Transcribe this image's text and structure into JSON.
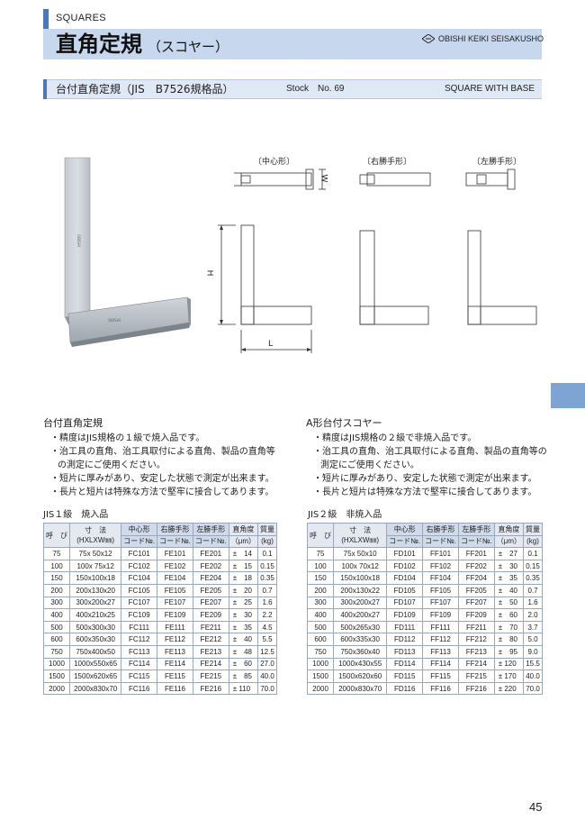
{
  "header": {
    "category": "SQUARES",
    "title": "直角定規",
    "title_sub": "（スコヤー）",
    "brand": "OBISHI KEIKI SEISAKUSHO"
  },
  "section": {
    "title": "台付直角定規（JIS　B7526規格品）",
    "stock": "Stock　No. 69",
    "english": "SQUARE WITH BASE"
  },
  "diagram_labels": {
    "center": "〔中心形〕",
    "right": "〔右勝手形〕",
    "left": "〔左勝手形〕",
    "dim_w": "W",
    "dim_h": "H",
    "dim_l": "L"
  },
  "desc_left": {
    "heading": "台付直角定規",
    "items": [
      "・精度はJIS規格の１級で焼入品です。",
      "・治工具の直角、治工具取付による直角、製品の直角等の測定にご使用ください。",
      "・短片に厚みがあり、安定した状態で測定が出来ます。",
      "・長片と短片は特殊な方法で堅牢に接合してあります。"
    ]
  },
  "desc_right": {
    "heading": "A形台付スコヤー",
    "items": [
      "・精度はJIS規格の２級で非焼入品です。",
      "・治工具の直角、治工具取付による直角、製品の直角等の測定にご使用ください。",
      "・短片に厚みがあり、安定した状態で測定が出来ます。",
      "・長片と短片は特殊な方法で堅牢に接合してあります。"
    ]
  },
  "table_headers": {
    "yobi": "呼　び",
    "sunpo_label": "寸　法",
    "sunpo": "寸　法",
    "sunpo_unit": "(HXLXW㎜)",
    "center": "中心形",
    "right": "右勝手形",
    "left": "左勝手形",
    "code": "コード№.",
    "accuracy": "直角度",
    "accuracy_unit": "（μm）",
    "weight": "質量",
    "weight_unit": "(kg)"
  },
  "table1": {
    "caption": "JIS１級　焼入品",
    "rows": [
      [
        "75",
        "75x 50x12",
        "FC101",
        "FE101",
        "FE201",
        "±　14",
        "0.1"
      ],
      [
        "100",
        "100x 75x12",
        "FC102",
        "FE102",
        "FE202",
        "±　15",
        "0.15"
      ],
      [
        "150",
        "150x100x18",
        "FC104",
        "FE104",
        "FE204",
        "±　18",
        "0.35"
      ],
      [
        "200",
        "200x130x20",
        "FC105",
        "FE105",
        "FE205",
        "±　20",
        "0.7"
      ],
      [
        "300",
        "300x200x27",
        "FC107",
        "FE107",
        "FE207",
        "±　25",
        "1.6"
      ],
      [
        "400",
        "400x210x25",
        "FC109",
        "FE109",
        "FE209",
        "±　30",
        "2.2"
      ],
      [
        "500",
        "500x300x30",
        "FC111",
        "FE111",
        "FE211",
        "±　35",
        "4.5"
      ],
      [
        "600",
        "600x350x30",
        "FC112",
        "FE112",
        "FE212",
        "±　40",
        "5.5"
      ],
      [
        "750",
        "750x400x50",
        "FC113",
        "FE113",
        "FE213",
        "±　48",
        "12.5"
      ],
      [
        "1000",
        "1000x550x65",
        "FC114",
        "FE114",
        "FE214",
        "±　60",
        "27.0"
      ],
      [
        "1500",
        "1500x620x65",
        "FC115",
        "FE115",
        "FE215",
        "±　85",
        "40.0"
      ],
      [
        "2000",
        "2000x830x70",
        "FC116",
        "FE116",
        "FE216",
        "± 110",
        "70.0"
      ]
    ]
  },
  "table2": {
    "caption": "JIS２級　非焼入品",
    "rows": [
      [
        "75",
        "75x 50x10",
        "FD101",
        "FF101",
        "FF201",
        "±　27",
        "0.1"
      ],
      [
        "100",
        "100x 70x12",
        "FD102",
        "FF102",
        "FF202",
        "±　30",
        "0.15"
      ],
      [
        "150",
        "150x100x18",
        "FD104",
        "FF104",
        "FF204",
        "±　35",
        "0.35"
      ],
      [
        "200",
        "200x130x22",
        "FD105",
        "FF105",
        "FF205",
        "±　40",
        "0.7"
      ],
      [
        "300",
        "300x200x27",
        "FD107",
        "FF107",
        "FF207",
        "±　50",
        "1.6"
      ],
      [
        "400",
        "400x200x27",
        "FD109",
        "FF109",
        "FF209",
        "±　60",
        "2.0"
      ],
      [
        "500",
        "500x265x30",
        "FD111",
        "FF111",
        "FF211",
        "±　70",
        "3.7"
      ],
      [
        "600",
        "600x335x30",
        "FD112",
        "FF112",
        "FF212",
        "±　80",
        "5.0"
      ],
      [
        "750",
        "750x360x40",
        "FD113",
        "FF113",
        "FF213",
        "±　95",
        "9.0"
      ],
      [
        "1000",
        "1000x430x55",
        "FD114",
        "FF114",
        "FF214",
        "± 120",
        "15.5"
      ],
      [
        "1500",
        "1500x620x60",
        "FD115",
        "FF115",
        "FF215",
        "± 170",
        "40.0"
      ],
      [
        "2000",
        "2000x830x70",
        "FD116",
        "FF116",
        "FF216",
        "± 220",
        "70.0"
      ]
    ]
  },
  "page_number": "45",
  "colors": {
    "accent": "#4a78bd",
    "band": "#c7d7ee",
    "tab": "#7ea4d3"
  }
}
